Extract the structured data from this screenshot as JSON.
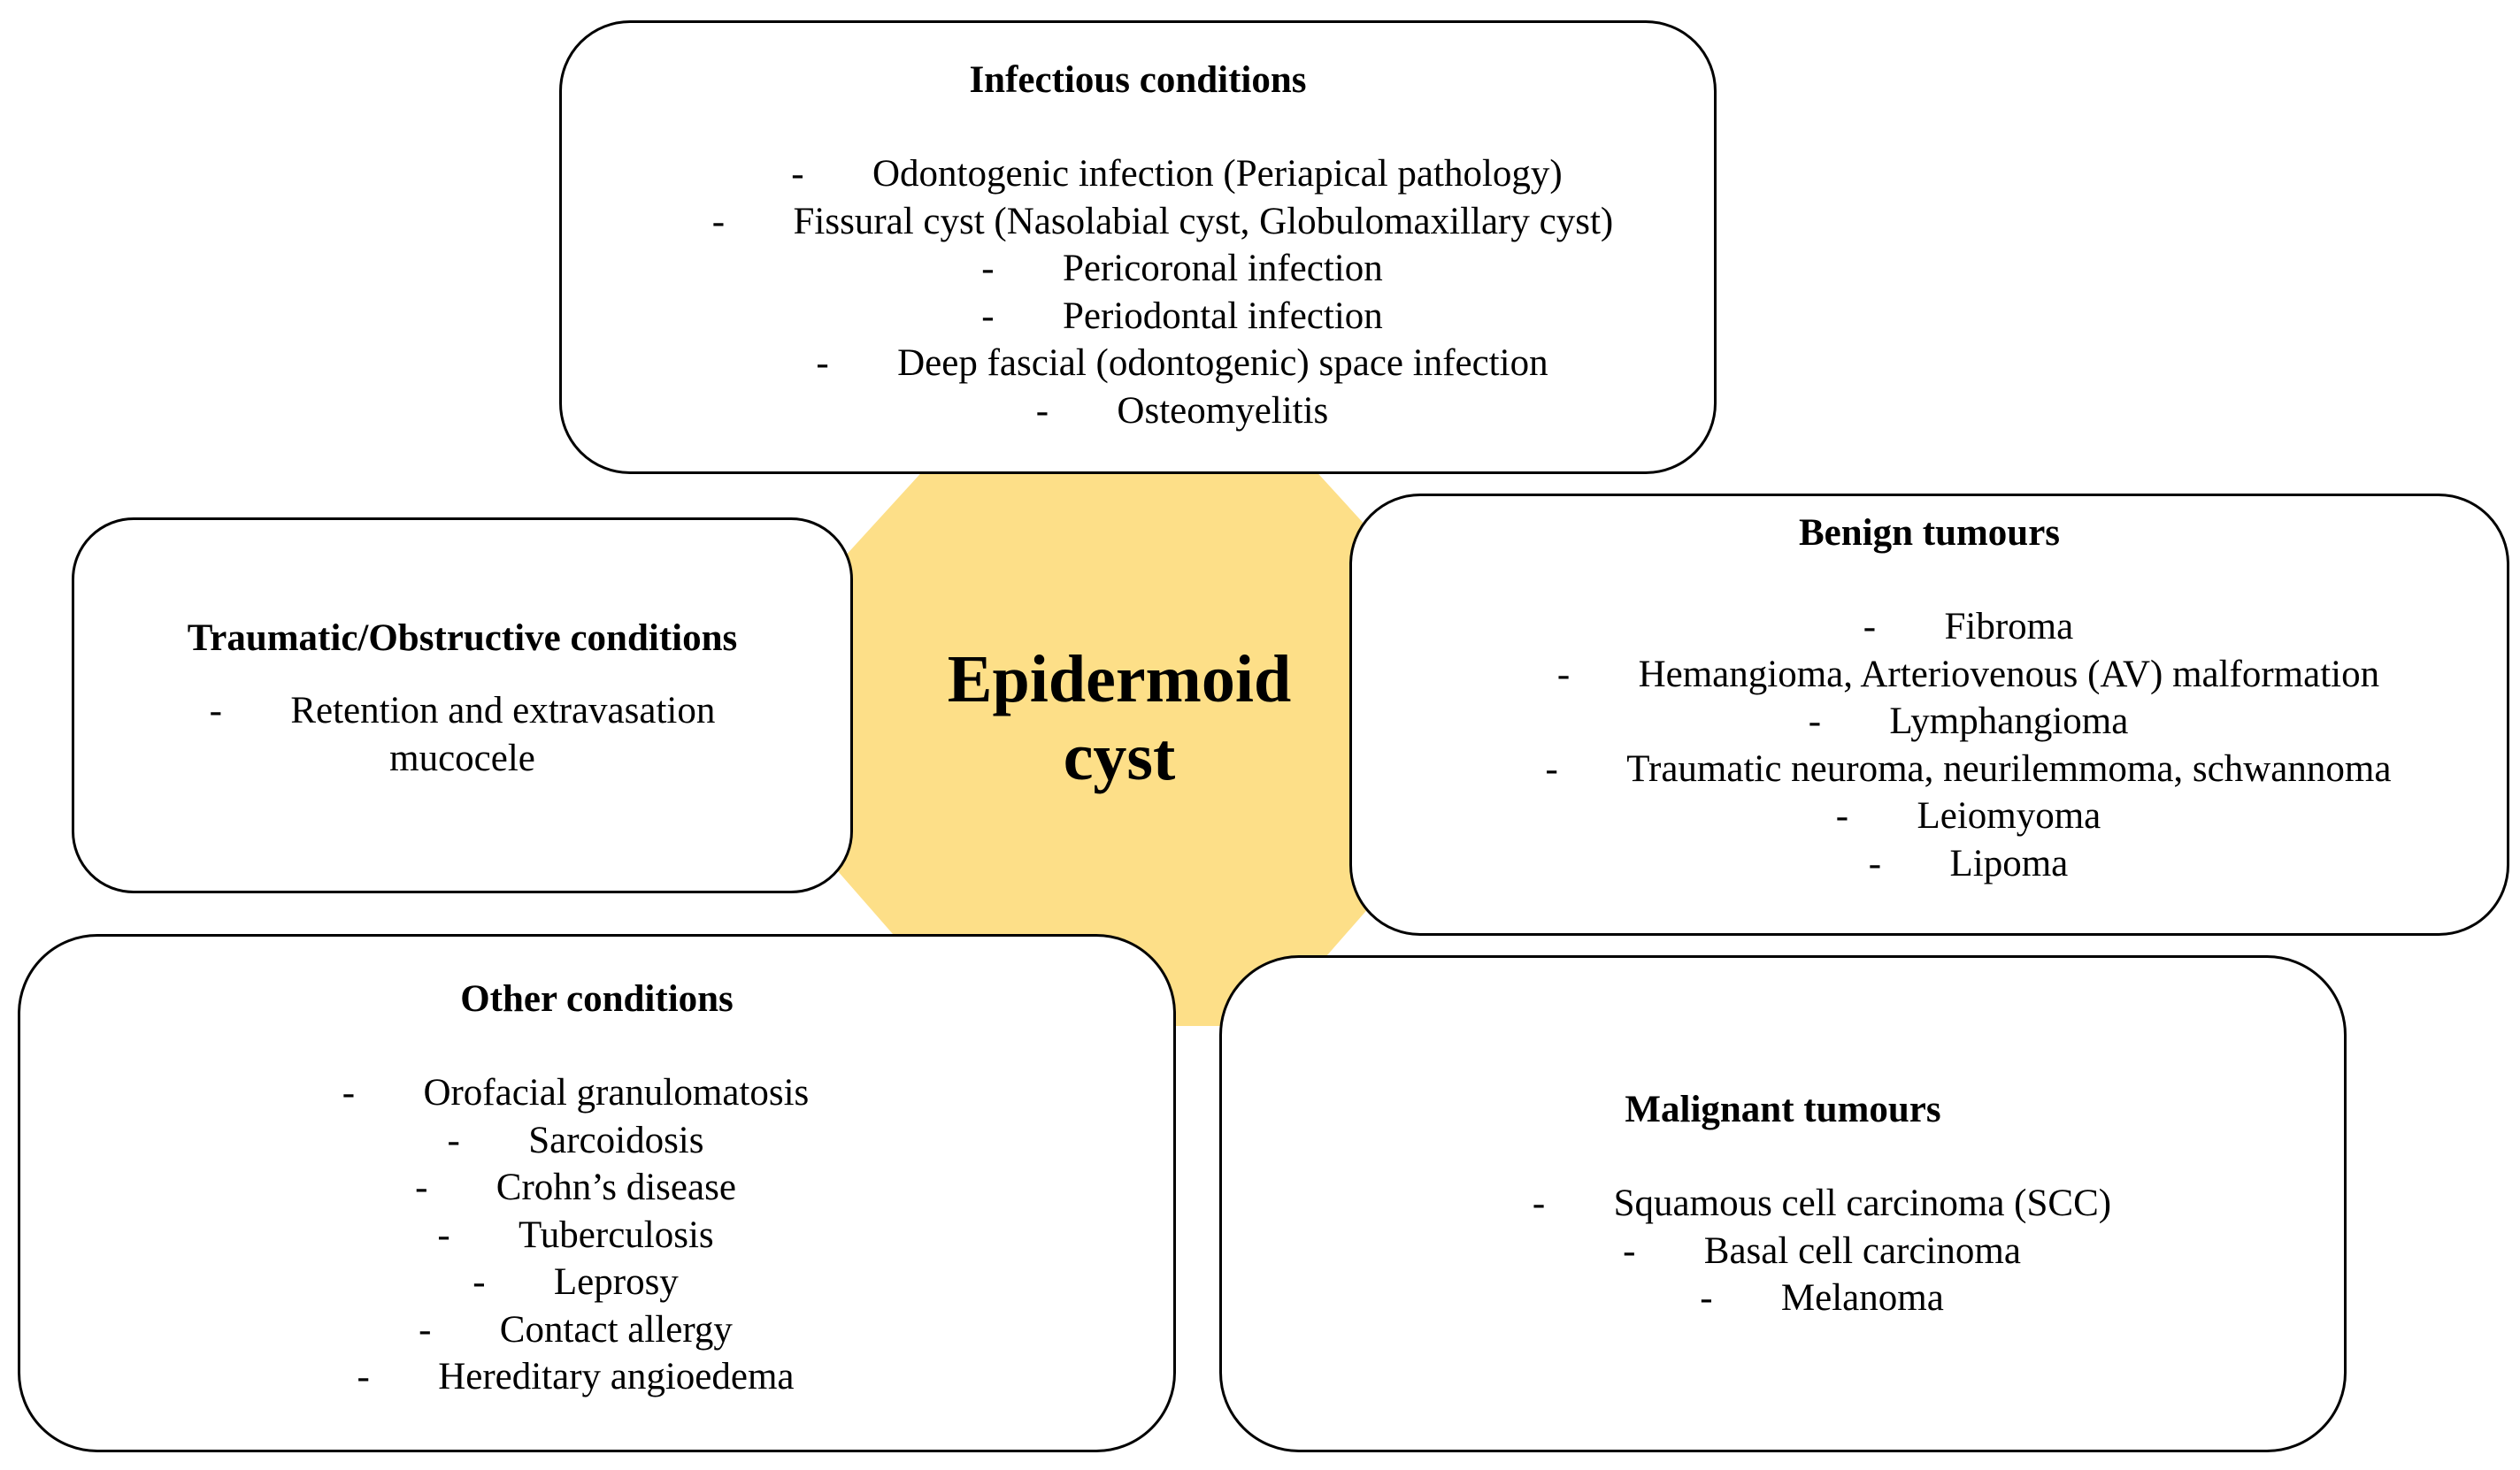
{
  "colors": {
    "center_fill": "#FDDF88",
    "box_border": "#000000",
    "box_fill": "#ffffff"
  },
  "center": {
    "line1": "Epidermoid",
    "line2": "cyst"
  },
  "infectious": {
    "title": "Infectious conditions",
    "items": [
      "Odontogenic infection (Periapical pathology)",
      "Fissural cyst (Nasolabial cyst, Globulomaxillary cyst)",
      "Pericoronal infection",
      "Periodontal infection",
      "Deep fascial (odontogenic) space infection",
      "Osteomyelitis"
    ]
  },
  "traumatic": {
    "title": "Traumatic/Obstructive conditions",
    "items": [
      "Retention and extravasation",
      "mucocele"
    ]
  },
  "benign": {
    "title": "Benign tumours",
    "items": [
      "Fibroma",
      "Hemangioma, Arteriovenous (AV) malformation",
      "Lymphangioma",
      "Traumatic neuroma, neurilemmoma, schwannoma",
      "Leiomyoma",
      "Lipoma"
    ]
  },
  "other": {
    "title": "Other conditions",
    "items": [
      "Orofacial granulomatosis",
      "Sarcoidosis",
      "Crohn’s disease",
      "Tuberculosis",
      "Leprosy",
      "Contact allergy",
      "Hereditary angioedema"
    ]
  },
  "malignant": {
    "title": "Malignant tumours",
    "items": [
      "Squamous cell carcinoma (SCC)",
      "Basal cell carcinoma",
      "Melanoma"
    ]
  },
  "bullet": "-"
}
